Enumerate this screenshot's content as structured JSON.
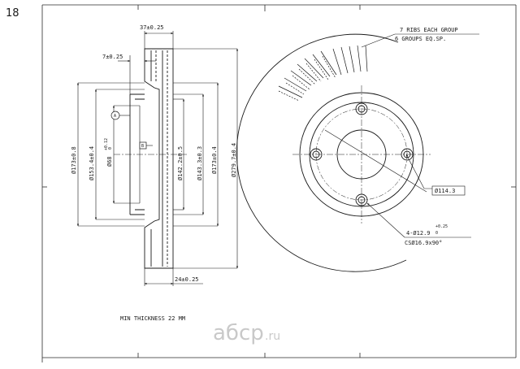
{
  "page": {
    "corner_mark": "18"
  },
  "side_view": {
    "dims": {
      "overall_width": "37±0.25",
      "hat_flange": "7±0.25",
      "disc_width": "24±0.25",
      "dia_173": "Ø173±0.8",
      "dia_153": "Ø153.4±0.4",
      "dia_68": "Ø68",
      "dia_68_tol": "+0.12",
      "dia_68_tol_low": "0",
      "dia_142": "Ø142.2±0.5",
      "dia_143": "Ø143.3±0.3",
      "dia_173b": "Ø173±0.4",
      "dia_279": "Ø279.7±0.4"
    },
    "datums": [
      "A",
      "B"
    ],
    "min_thickness": "MIN THICKNESS 22 MM"
  },
  "front_view": {
    "ribs_note_1": "7 RIBS EACH GROUP",
    "ribs_note_2": "6 GROUPS EQ.SP.",
    "pcd": "Ø114.3",
    "holes_line": "4-Ø12.9",
    "holes_tol_high": "+0.25",
    "holes_tol_low": "0",
    "countersink": "CSØ16.9x90°"
  },
  "watermark": {
    "brand": "aбcp",
    "tld": ".ru",
    "accent_color": "#c9c9c9"
  }
}
